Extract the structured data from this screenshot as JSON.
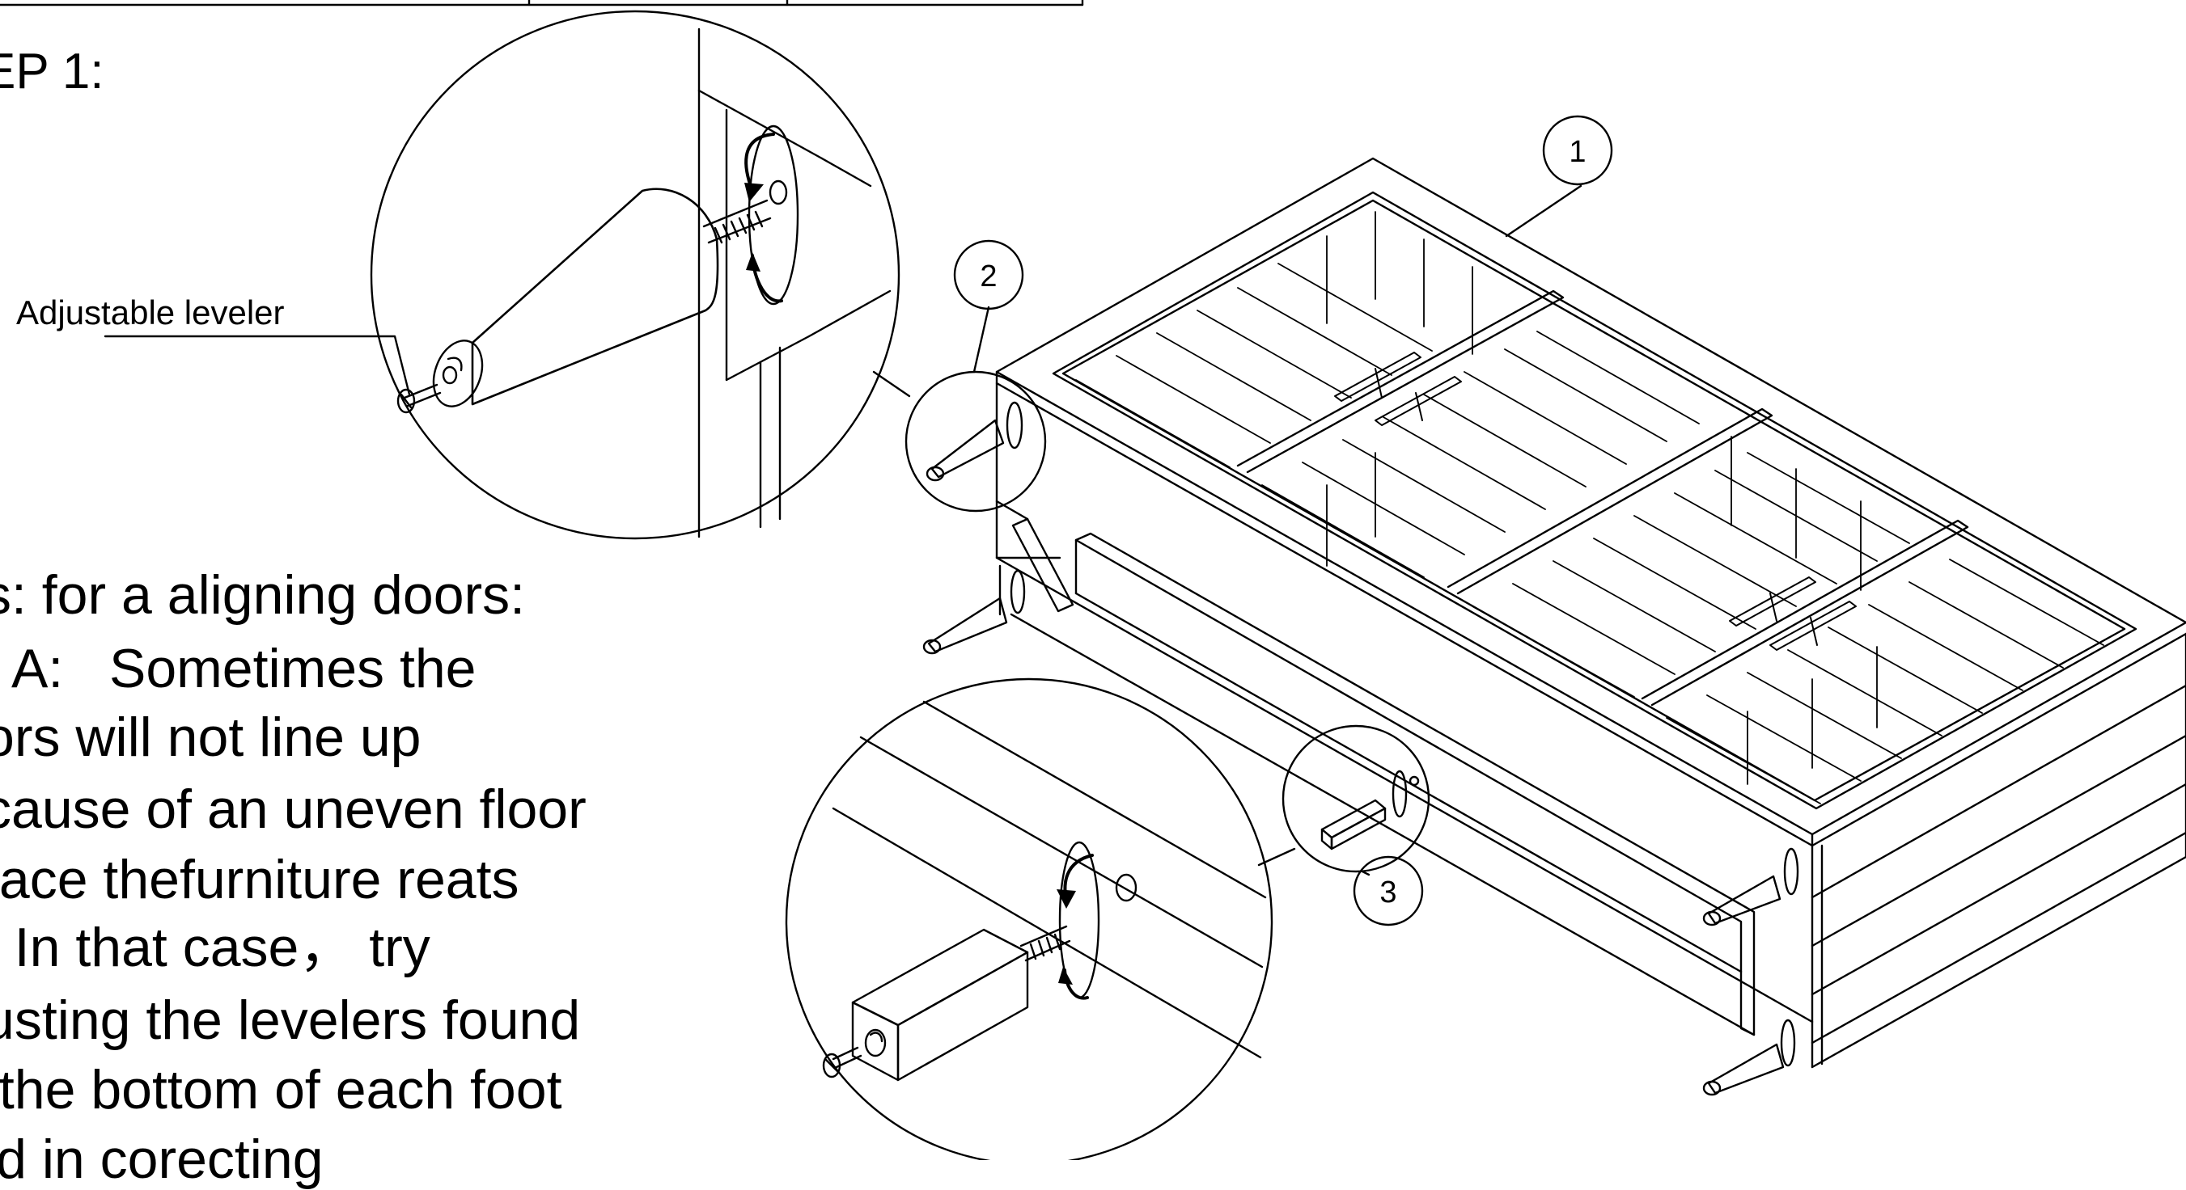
{
  "step_heading": "EP 1:",
  "leveler_label": "Adjustable leveler",
  "callouts": {
    "c1": "1",
    "c2": "2",
    "c3": "3"
  },
  "note_lines": [
    "s: for a aligning doors:",
    "  A:   Sometimes the",
    "ors will not line up",
    "cause of an uneven floor",
    "face thefurniture reats",
    "  In that case， try",
    "usting the levelers found",
    " the bottom of each foot",
    "id in corecting"
  ],
  "colors": {
    "line": "#000000",
    "background": "#ffffff"
  }
}
